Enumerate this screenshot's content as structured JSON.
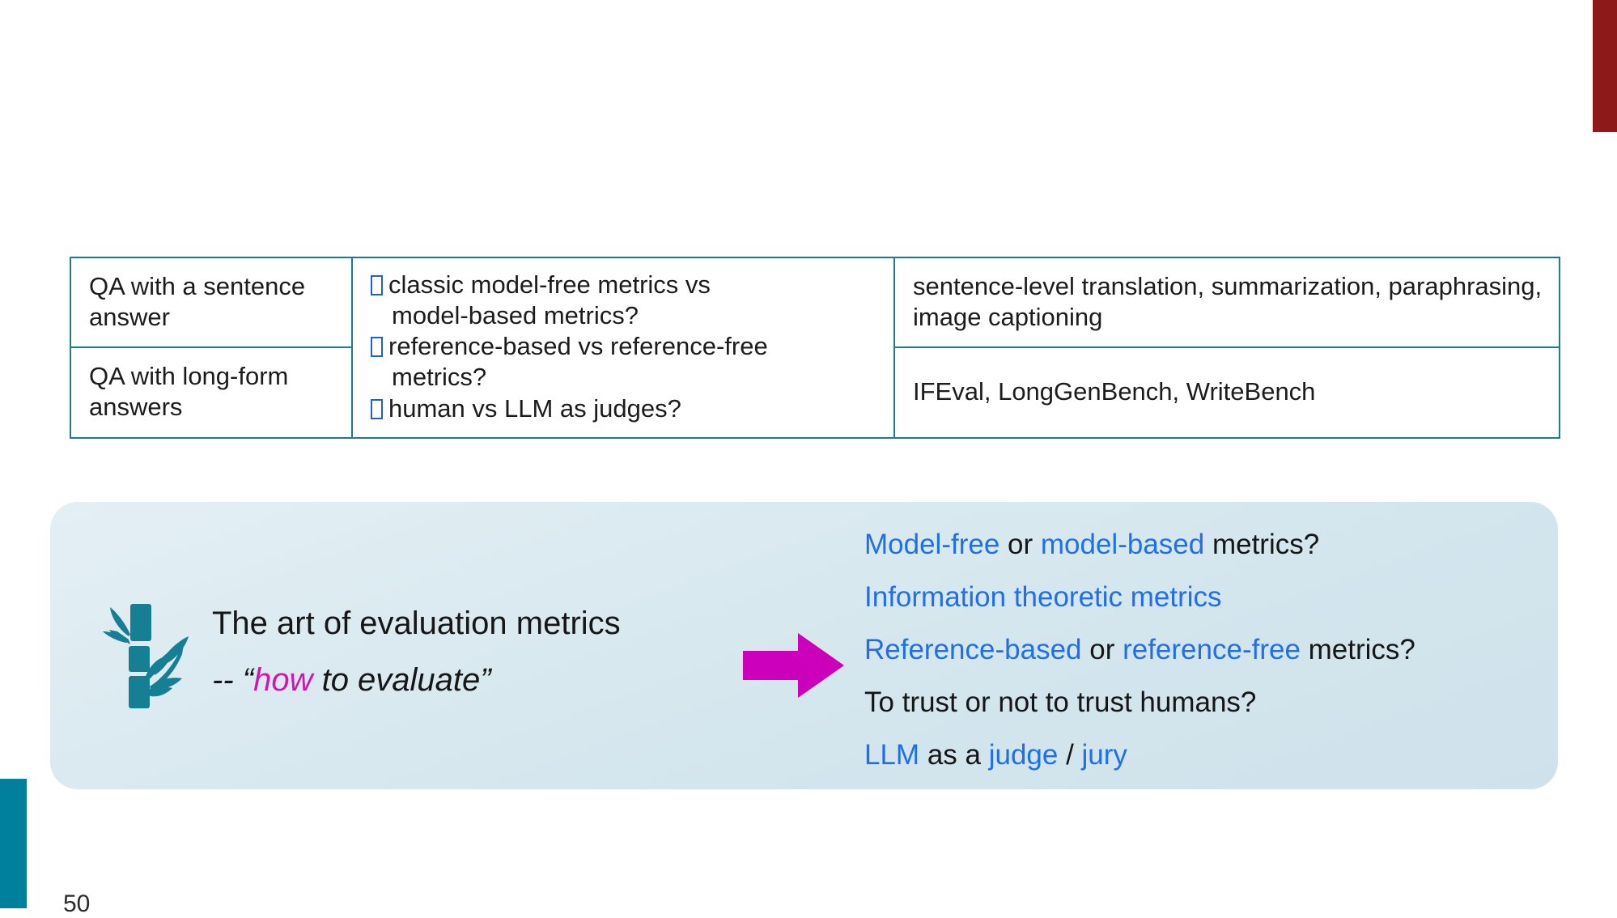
{
  "theme": {
    "accent_teal": "#00809c",
    "accent_dark_red": "#8d1a19",
    "table_border": "#1b7d8e",
    "link_blue": "#1f5fdc",
    "highlight_blue": "#1f6fe8",
    "magenta": "#cc00bb",
    "panel_bg_top": "#e4eff4",
    "panel_bg_bottom": "#cfe2eb"
  },
  "table": {
    "columns": [
      "task",
      "issue",
      "benchmarks"
    ],
    "rows": [
      {
        "task": "QA with a sentence answer",
        "benchmarks": "sentence-level translation, summarization, paraphrasing, image captioning"
      },
      {
        "task": "QA with long-form answers",
        "benchmarks": "IFEval, LongGenBench, WriteBench"
      }
    ],
    "issues_cell": [
      "classic model-free metrics vs\n model-based metrics?",
      "reference-based vs reference-free\n metrics?",
      "human vs LLM as judges?"
    ],
    "bullet_glyph": "tofu-box"
  },
  "panel": {
    "icon": "bamboo-icon",
    "heading_line1": "The art of evaluation metrics",
    "heading_line2_prefix": "-- “",
    "heading_line2_emphasis": "how",
    "heading_line2_suffix": " to evaluate”",
    "arrow": "right-block-arrow",
    "points": [
      {
        "id": "point-model-free",
        "segments": [
          {
            "text": "Model-free",
            "style": "highlight"
          },
          {
            "text": " or ",
            "style": "plain"
          },
          {
            "text": "model-based",
            "style": "highlight"
          },
          {
            "text": " metrics?",
            "style": "plain"
          }
        ]
      },
      {
        "id": "point-information-theoretic",
        "segments": [
          {
            "text": "Information theoretic metrics",
            "style": "highlight"
          }
        ]
      },
      {
        "id": "point-reference-based",
        "segments": [
          {
            "text": "Reference-based",
            "style": "highlight"
          },
          {
            "text": " or ",
            "style": "plain"
          },
          {
            "text": "reference-free",
            "style": "highlight"
          },
          {
            "text": " metrics?",
            "style": "plain"
          }
        ]
      },
      {
        "id": "point-trust-humans",
        "segments": [
          {
            "text": "To trust or not to trust humans?",
            "style": "plain"
          }
        ]
      },
      {
        "id": "point-llm-judge",
        "segments": [
          {
            "text": "LLM",
            "style": "highlight"
          },
          {
            "text": " as a ",
            "style": "plain"
          },
          {
            "text": "judge",
            "style": "highlight"
          },
          {
            "text": " / ",
            "style": "plain"
          },
          {
            "text": "jury",
            "style": "highlight"
          }
        ]
      }
    ]
  },
  "footer": {
    "page_number": "50"
  }
}
